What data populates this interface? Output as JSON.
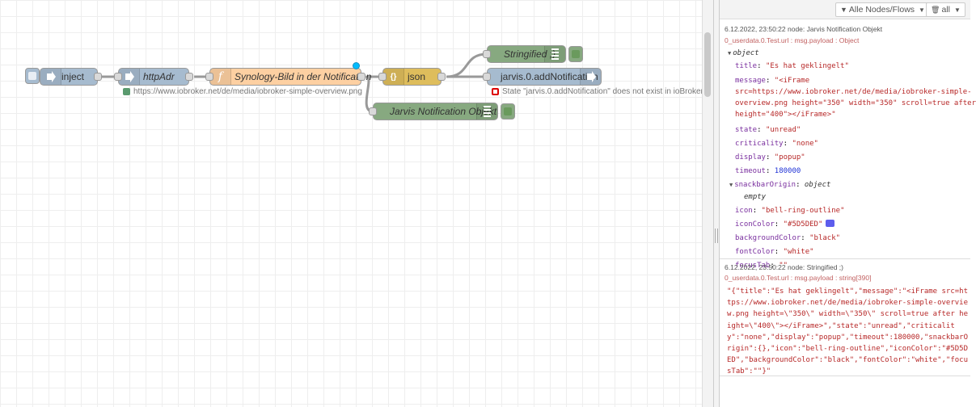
{
  "nodes": {
    "inject": {
      "label": "inject"
    },
    "http": {
      "label": "httpAdr",
      "status": "https://www.iobroker.net/de/media/iobroker-simple-overview.png"
    },
    "function": {
      "label": "Synology-Bild in der Notification"
    },
    "json": {
      "label": "json"
    },
    "stringified": {
      "label": "Stringified ;)"
    },
    "notification": {
      "label": "jarvis.0.addNotification",
      "status": "State \"jarvis.0.addNotification\" does not exist in ioBroker"
    },
    "jarvis_obj": {
      "label": "Jarvis Notification Objekt"
    }
  },
  "toolbar": {
    "filter_label": "Alle Nodes/Flows",
    "clear_label": "all"
  },
  "messages": [
    {
      "meta": "6.12.2022, 23:50:22   node: Jarvis Notification Objekt",
      "topic": "0_userdata.0.Test.url : msg.payload : Object",
      "object_label": "object",
      "title_key": "title",
      "title_val": "\"Es hat geklingelt\"",
      "message_key": "message",
      "message_val_1": "\"<iFrame",
      "message_val_2": "src=https://www.iobroker.net/de/media/iobroker-simple-",
      "message_val_3": "overview.png height=\"350\" width=\"350\" scroll=true after",
      "message_val_4": "height=\"400\"></iFrame>\"",
      "state_key": "state",
      "state_val": "\"unread\"",
      "criticality_key": "criticality",
      "criticality_val": "\"none\"",
      "display_key": "display",
      "display_val": "\"popup\"",
      "timeout_key": "timeout",
      "timeout_val": "180000",
      "snackbar_key": "snackbarOrigin",
      "snackbar_type": "object",
      "empty_label": "empty",
      "icon_key": "icon",
      "icon_val": "\"bell-ring-outline\"",
      "iconColor_key": "iconColor",
      "iconColor_val": "\"#5D5DED\"",
      "bg_key": "backgroundColor",
      "bg_val": "\"black\"",
      "font_key": "fontColor",
      "font_val": "\"white\"",
      "focus_key": "focusTab",
      "focus_val": "\"\""
    },
    {
      "meta": "6.12.2022, 23:50:22   node: Stringified ;)",
      "topic": "0_userdata.0.Test.url : msg.payload : string[390]",
      "string_val": "\"{\"title\":\"Es hat geklingelt\",\"message\":\"<iFrame src=https://www.iobroker.net/de/media/iobroker-simple-overview.png height=\\\"350\\\" width=\\\"350\\\" scroll=true after height=\\\"400\\\"></iFrame>\",\"state\":\"unread\",\"criticality\":\"none\",\"display\":\"popup\",\"timeout\":180000,\"snackbarOrigin\":{},\"icon\":\"bell-ring-outline\",\"iconColor\":\"#5D5DED\",\"backgroundColor\":\"black\",\"fontColor\":\"white\",\"focusTab\":\"\"}\""
    }
  ],
  "colors": {
    "inject": "#a6bbcf",
    "function": "#fdd0a2",
    "json": "#debd5c",
    "debug": "#87a980",
    "swatch": "#5D5DED"
  }
}
